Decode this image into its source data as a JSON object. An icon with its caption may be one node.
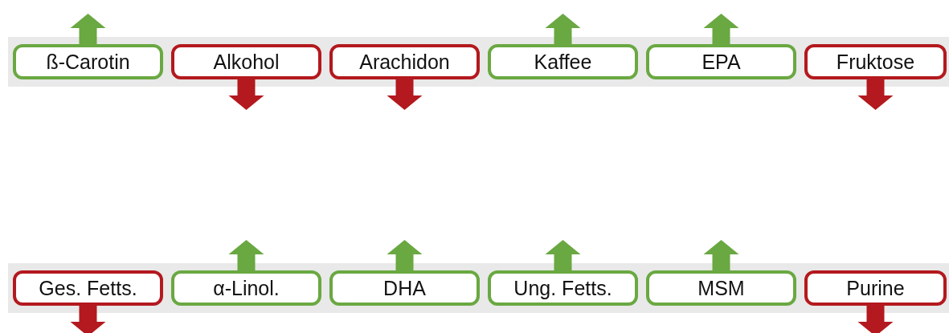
{
  "diagram": {
    "nodes": [
      {
        "text": [
          "ß-Carotin"
        ]
      },
      {
        "text": [
          "Alkohol"
        ]
      },
      {
        "text": [
          "Arachidon"
        ]
      },
      {
        "text": [
          "Kaffee"
        ]
      },
      {
        "text": [
          "EPA"
        ]
      },
      {
        "text": [
          "Fruktose"
        ]
      },
      {
        "text": [
          "Ges. Fetts."
        ]
      },
      {
        "text": [
          "α-Linol."
        ]
      },
      {
        "text": [
          "DHA"
        ]
      },
      {
        "text": [
          "Ung. Fetts."
        ]
      },
      {
        "text": [
          "MSM"
        ]
      },
      {
        "text": [
          "Purine"
        ]
      }
    ],
    "edges": [
      {
        "from": 0,
        "to": null,
        "arrow": "to"
      },
      {
        "from": 1,
        "to": null,
        "arrow": "to",
        "color": "#b3191e"
      },
      {
        "from": 2,
        "to": null,
        "arrow": "to",
        "color": "#b3191e"
      },
      {
        "from": 3,
        "to": null,
        "arrow": "to"
      },
      {
        "from": 4,
        "to": null,
        "arrow": "to"
      },
      {
        "from": 5,
        "to": null,
        "arrow": "to",
        "color": "#b3191e"
      },
      {
        "from": 6,
        "to": null,
        "arrow": "to",
        "color": "#b3191e"
      },
      {
        "from": 7,
        "to": null,
        "arrow": "to"
      },
      {
        "from": 8,
        "to": null,
        "arrow": "to"
      },
      {
        "from": 9,
        "to": null,
        "arrow": "to"
      },
      {
        "from": 10,
        "to": null,
        "arrow": "to"
      },
      {
        "from": 11,
        "to": null,
        "arrow": "to",
        "color": "#b3191e"
      }
    ]
  }
}
